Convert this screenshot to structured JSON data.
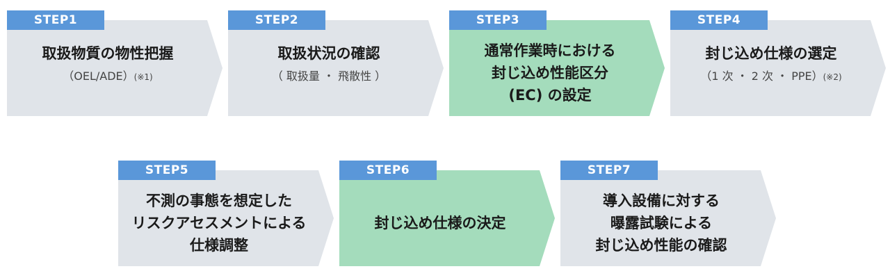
{
  "steps": [
    {
      "tag": "STEP1",
      "title": [
        "取扱物質の物性把握"
      ],
      "sub": "（OEL/ADE）",
      "note": "(※1)",
      "color": "#e0e4e9"
    },
    {
      "tag": "STEP2",
      "title": [
        "取扱状況の確認"
      ],
      "sub": "（ 取扱量 ・ 飛散性 ）",
      "note": "",
      "color": "#e0e4e9"
    },
    {
      "tag": "STEP3",
      "title": [
        "通常作業時における",
        "封じ込め性能区分",
        "(EC) の設定"
      ],
      "sub": "",
      "note": "",
      "color": "#a4dcbc"
    },
    {
      "tag": "STEP4",
      "title": [
        "封じ込め仕様の選定"
      ],
      "sub": "（1 次 ・ 2 次 ・ PPE）",
      "note": "(※2)",
      "color": "#e0e4e9"
    },
    {
      "tag": "STEP5",
      "title": [
        "不測の事態を想定した",
        "リスクアセスメントによる",
        "仕様調整"
      ],
      "sub": "",
      "note": "",
      "color": "#e0e4e9"
    },
    {
      "tag": "STEP6",
      "title": [
        "封じ込め仕様の決定"
      ],
      "sub": "",
      "note": "",
      "color": "#a4dcbc"
    },
    {
      "tag": "STEP7",
      "title": [
        "導入設備に対する",
        "曝露試験による",
        "封じ込め性能の確認"
      ],
      "sub": "",
      "note": "",
      "color": "#e0e4e9"
    }
  ],
  "colors": {
    "tag_bg": "#5a97d9",
    "tag_text": "#ffffff",
    "box_gray": "#e0e4e9",
    "box_green": "#a4dcbc"
  }
}
